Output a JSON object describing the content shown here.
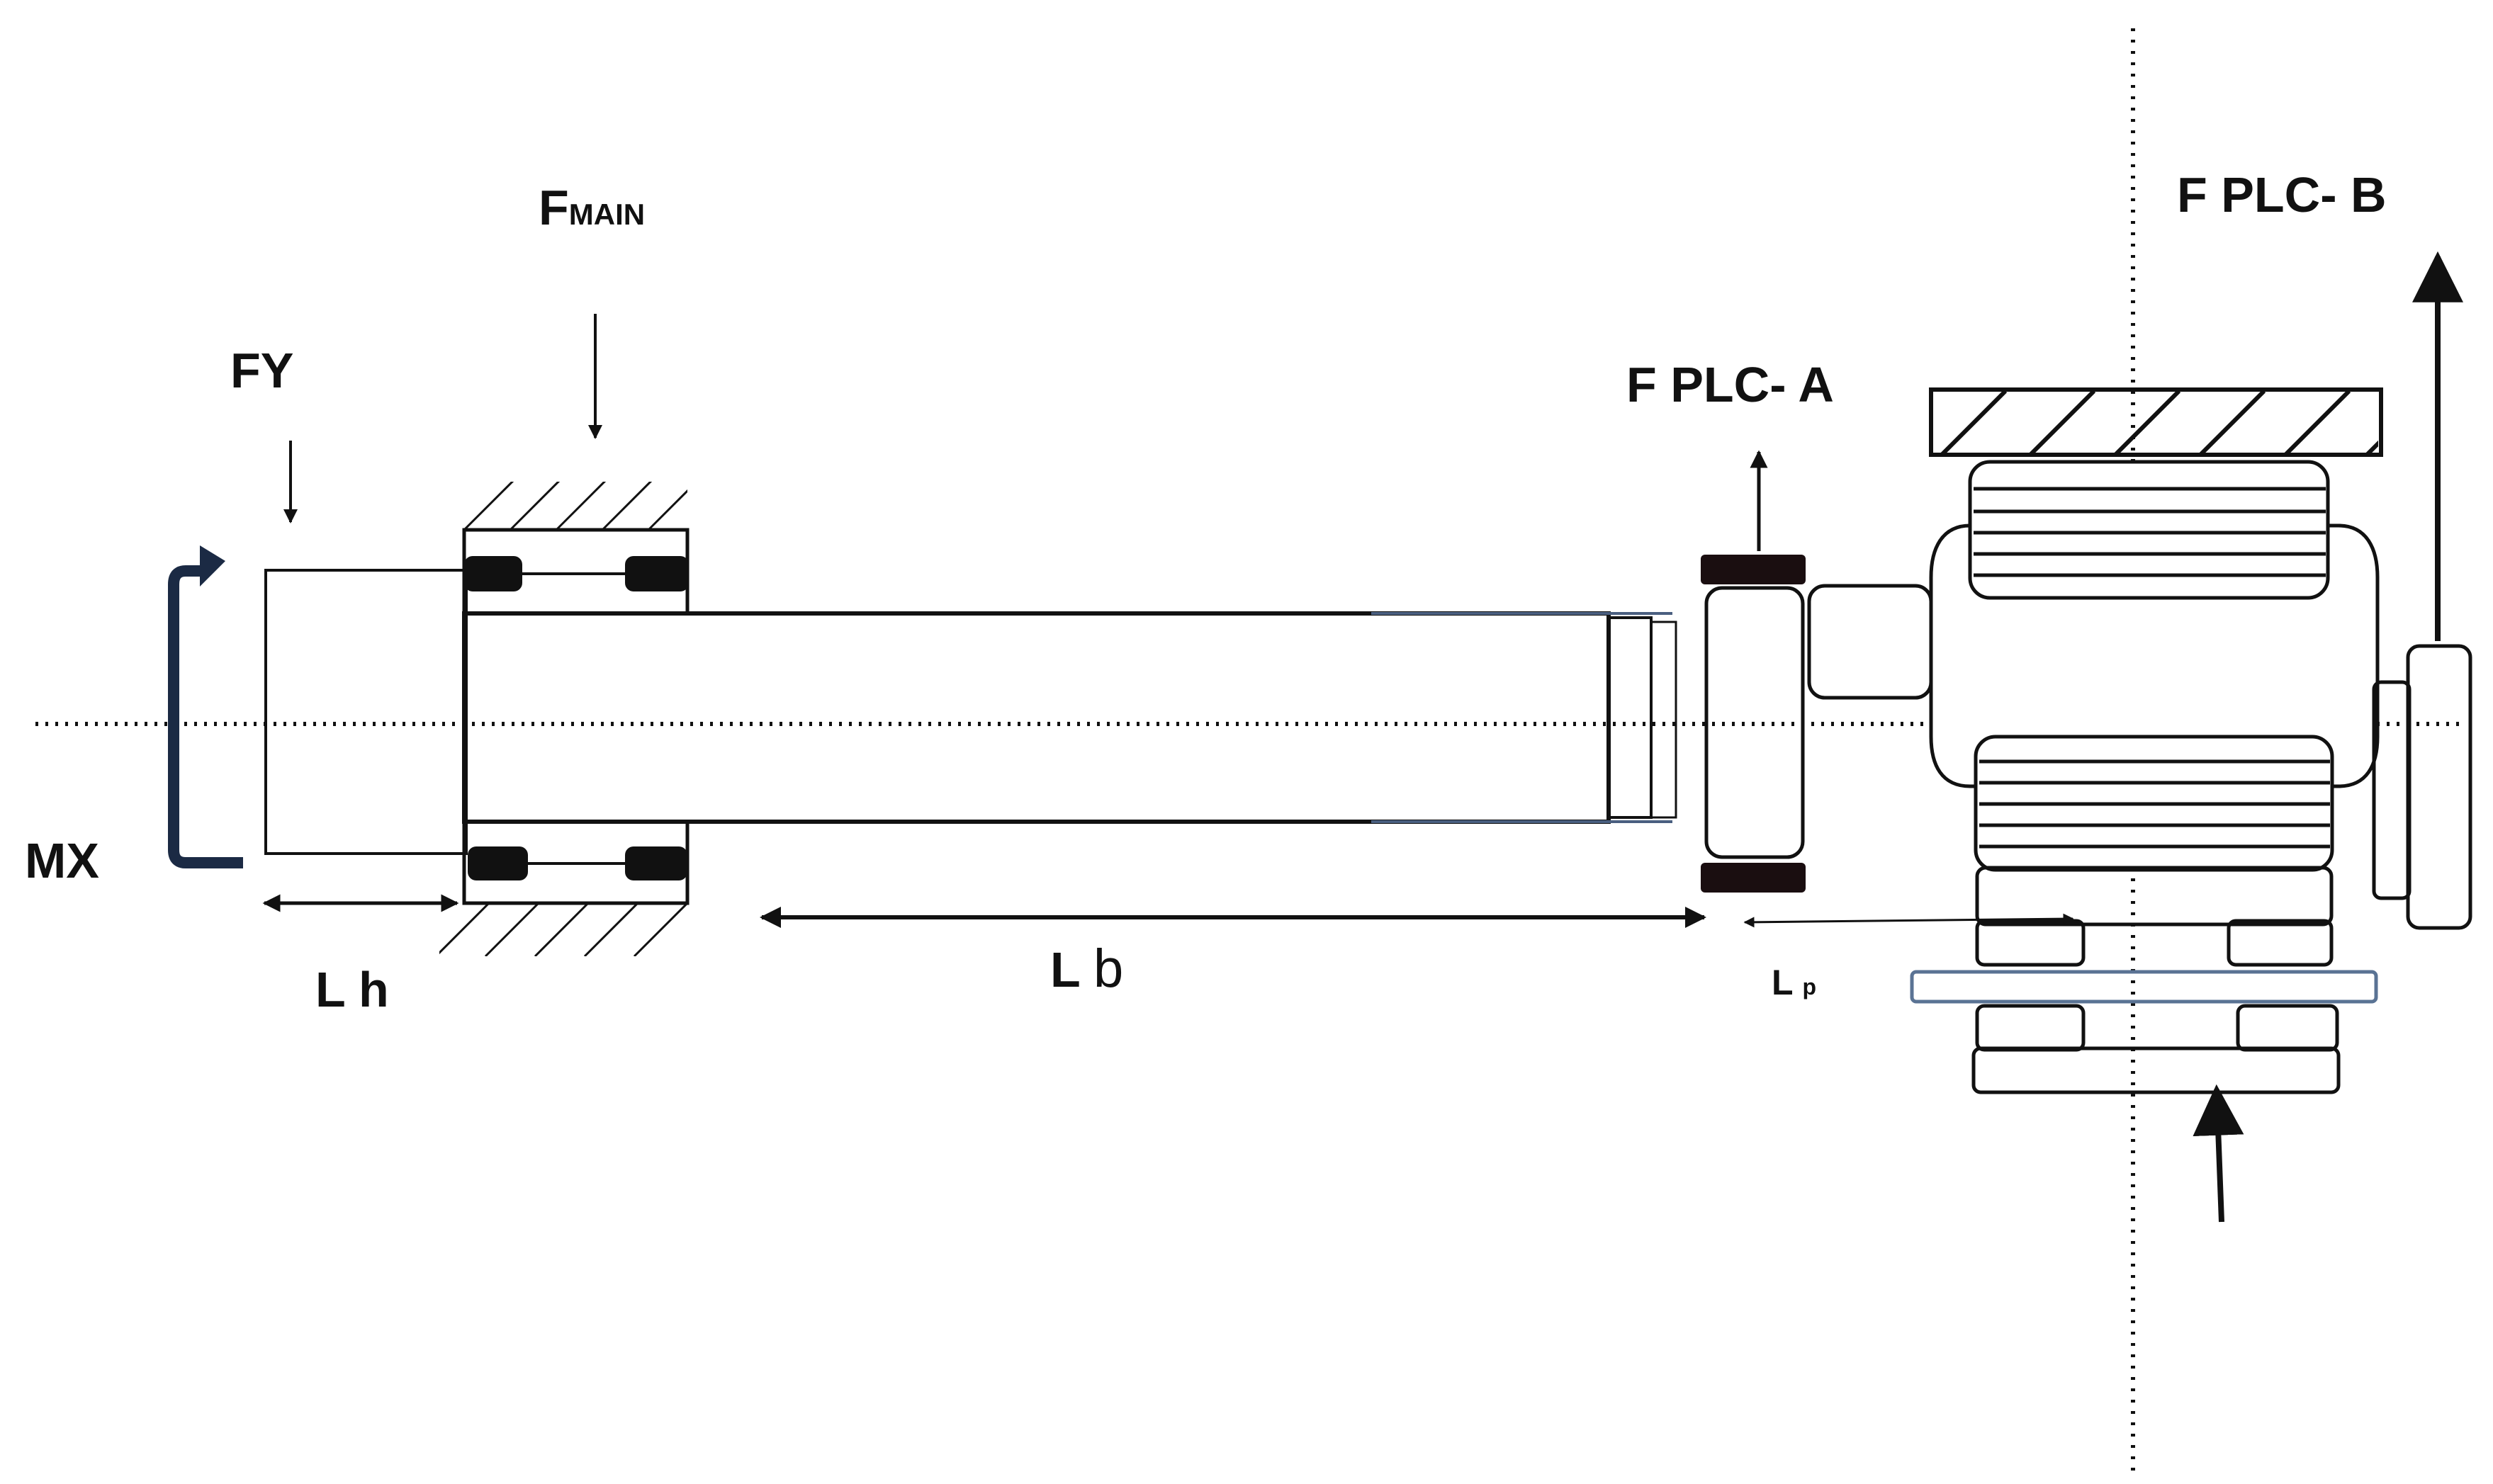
{
  "labels": {
    "f_main": {
      "main": "F",
      "sub": "MAIN"
    },
    "fy": "FY",
    "mx": "MX",
    "f_plc_a": "F PLC- A",
    "f_plc_b": "F PLC- B",
    "lh": {
      "main": "L",
      "sub": "h"
    },
    "lb": {
      "main": "L",
      "sub": "b"
    },
    "lp": {
      "main": "L",
      "sub": "p"
    }
  },
  "colors": {
    "ink": "#111111",
    "moment_arrow": "#1b2a44",
    "plate_outline": "#5a7394",
    "bearing_pad": "#1a0e10"
  }
}
